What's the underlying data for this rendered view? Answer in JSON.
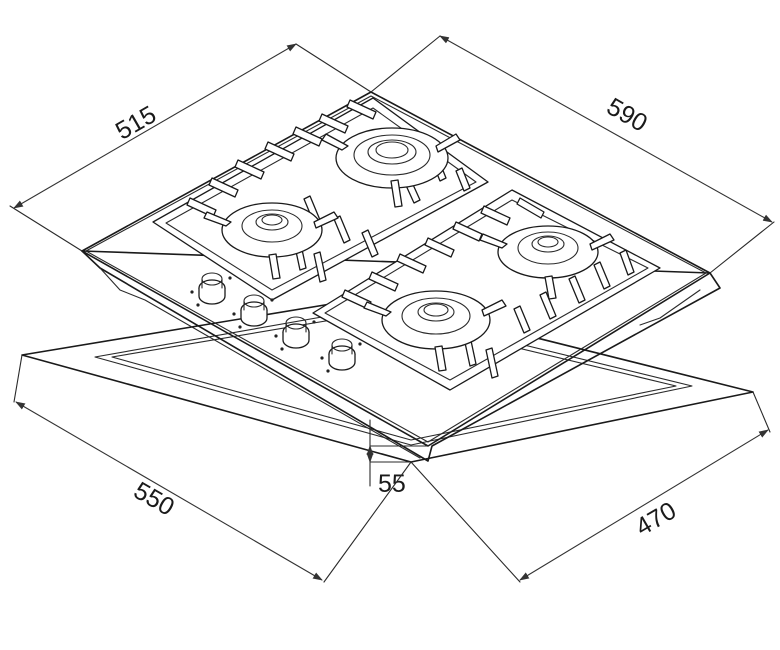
{
  "dimensions": {
    "top_depth": "515",
    "top_width": "590",
    "height": "55",
    "cutout_width": "550",
    "cutout_depth": "470"
  },
  "icons": {
    "arrowhead": "arrowhead-icon",
    "knob": "control-knob-icon",
    "burner": "gas-burner-icon"
  },
  "colors": {
    "line": "#1a1a1a",
    "background": "#ffffff"
  }
}
